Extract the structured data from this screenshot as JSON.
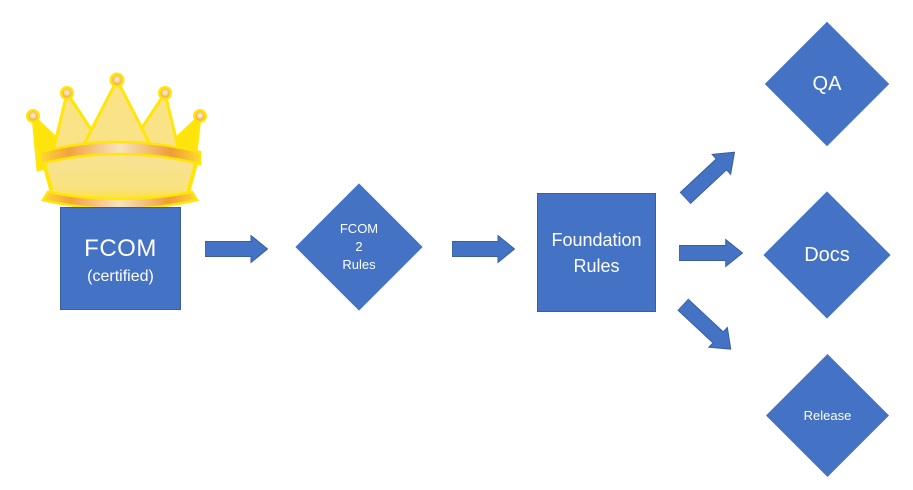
{
  "diagram": {
    "nodes": {
      "fcom": {
        "title": "FCOM",
        "subtitle": "(certified)",
        "shape": "rectangle",
        "decoration": "crown-icon"
      },
      "fcom_2_rules": {
        "lines": [
          "FCOM",
          "2",
          "Rules"
        ],
        "shape": "diamond"
      },
      "foundation_rules": {
        "lines": [
          "Foundation",
          "Rules"
        ],
        "shape": "rectangle"
      },
      "qa": {
        "label": "QA",
        "shape": "diamond"
      },
      "docs": {
        "label": "Docs",
        "shape": "diamond"
      },
      "release": {
        "label": "Release",
        "shape": "diamond"
      }
    },
    "edges": [
      {
        "from": "fcom",
        "to": "fcom_2_rules"
      },
      {
        "from": "fcom_2_rules",
        "to": "foundation_rules"
      },
      {
        "from": "foundation_rules",
        "to": "qa"
      },
      {
        "from": "foundation_rules",
        "to": "docs"
      },
      {
        "from": "foundation_rules",
        "to": "release"
      }
    ],
    "colors": {
      "node_fill": "#4472C4",
      "node_border": "#3A5F9E",
      "text": "#FFFFFF",
      "background": "#FFFFFF",
      "crown_yellow": "#FFE606",
      "crown_gold": "#EFA23E"
    }
  }
}
